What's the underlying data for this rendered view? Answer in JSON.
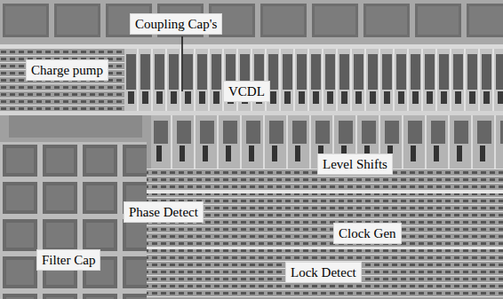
{
  "diagram": {
    "labels": [
      "Coupling Cap's",
      "Charge pump",
      "VCDL",
      "Level Shifts",
      "Phase Detect",
      "Clock Gen",
      "Filter Cap",
      "Lock Detect"
    ]
  }
}
